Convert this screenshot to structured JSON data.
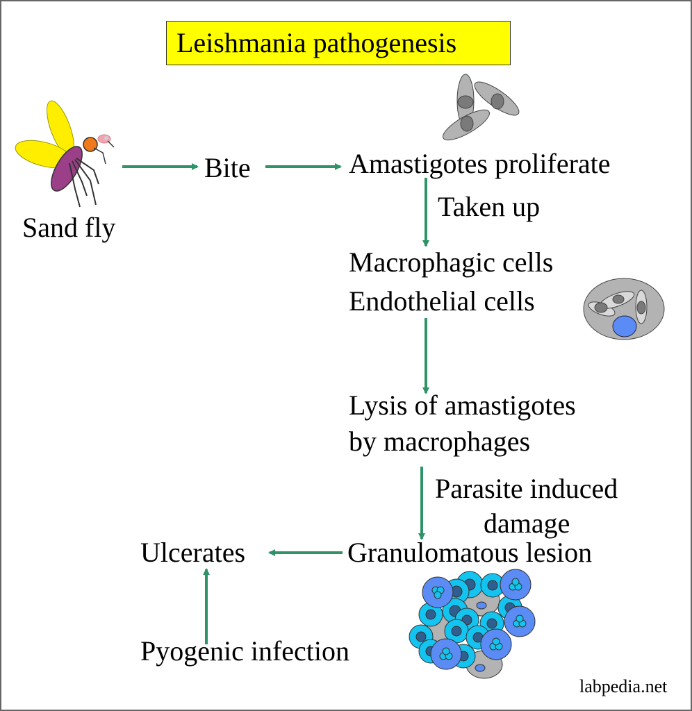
{
  "title": "Leishmania pathogenesis",
  "colors": {
    "title_bg": "#ffff00",
    "arrow": "#2e9467",
    "cell_gray": "#b3b3b3",
    "nucleus_blue": "#5b8cf5",
    "cell_cyan": "#14c4f0",
    "nucleus_dark": "#2f5f8f"
  },
  "nodes": {
    "sand_fly": "Sand fly",
    "bite": "Bite",
    "amastigotes": "Amastigotes proliferate",
    "taken_up": "Taken up",
    "macrophagic": "Macrophagic cells",
    "endothelial": "Endothelial cells",
    "lysis_line1": "Lysis of amastigotes",
    "lysis_line2": "by macrophages",
    "parasite_line1": "Parasite induced",
    "parasite_line2": "damage",
    "granulomatous": "Granulomatous lesion",
    "ulcerates": "Ulcerates",
    "pyogenic": "Pyogenic infection"
  },
  "edges": [
    {
      "from": "Sand fly",
      "to": "Bite"
    },
    {
      "from": "Bite",
      "to": "Amastigotes proliferate"
    },
    {
      "from": "Amastigotes proliferate",
      "to": "Macrophagic cells",
      "label": "Taken up"
    },
    {
      "from": "Endothelial cells",
      "to": "Lysis of amastigotes"
    },
    {
      "from": "by macrophages",
      "to": "Granulomatous lesion",
      "label": "Parasite induced damage"
    },
    {
      "from": "Granulomatous lesion",
      "to": "Ulcerates"
    },
    {
      "from": "Pyogenic infection",
      "to": "Ulcerates"
    }
  ],
  "illustrations": [
    "sand-fly",
    "amastigotes-cluster",
    "infected-macrophage",
    "granuloma-cluster"
  ],
  "watermark": "labpedia.net"
}
